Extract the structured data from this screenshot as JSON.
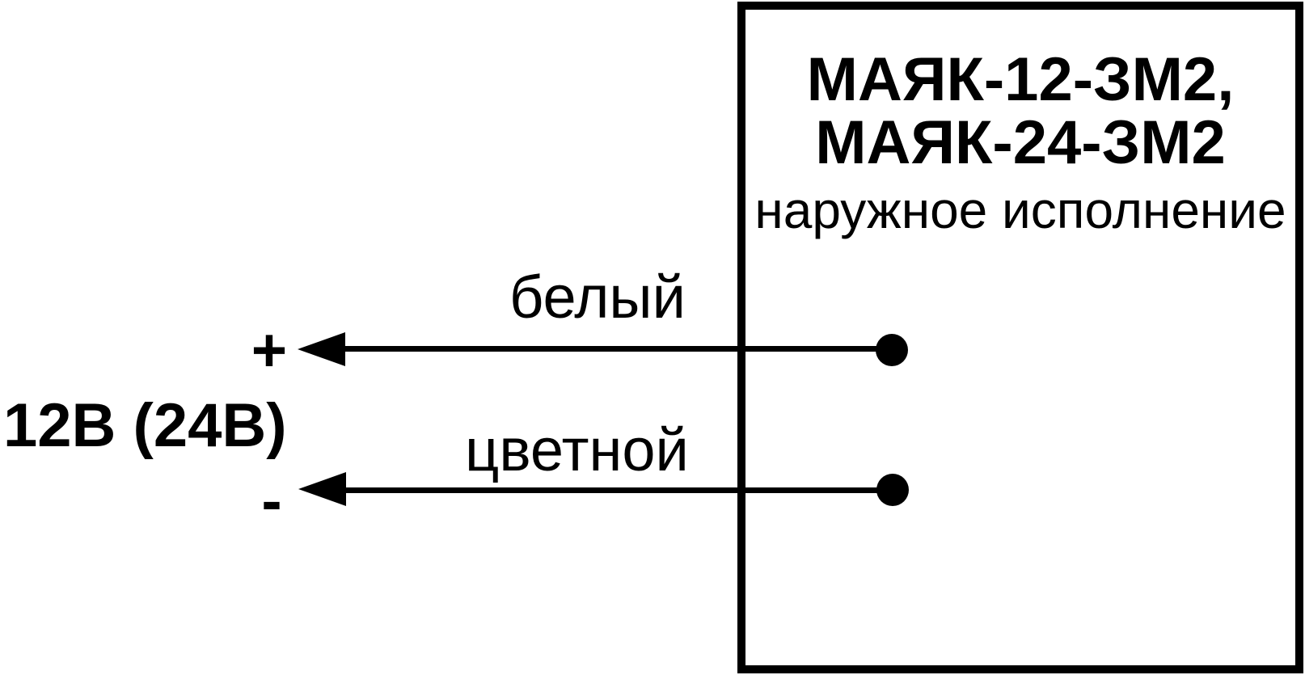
{
  "diagram": {
    "device": {
      "model_line1": "МАЯК-12-ЗМ2,",
      "model_line2": "МАЯК-24-ЗМ2",
      "variant": "наружное исполнение"
    },
    "power_source": {
      "label": "12В (24В)"
    },
    "wires": [
      {
        "label": "белый",
        "polarity": "+"
      },
      {
        "label": "цветной",
        "polarity": "-"
      }
    ],
    "colors": {
      "line": "#000000",
      "background": "#ffffff"
    }
  }
}
